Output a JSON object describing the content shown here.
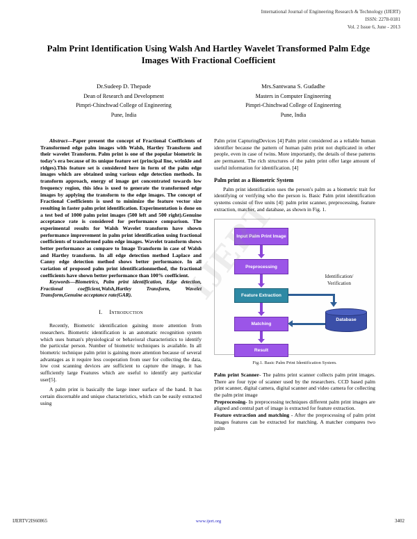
{
  "header": {
    "journal": "International Journal of Engineering Research & Technology (IJERT)",
    "issn": "ISSN: 2278-0181",
    "volume": "Vol. 2 Issue 6, June - 2013"
  },
  "title": "Palm Print Identification Using Walsh And Hartley Wavelet Transformed Palm Edge Images With Fractional Coefficient",
  "authors": [
    {
      "name": "Dr.Sudeep D. Thepade",
      "role": "Dean of Research and Development",
      "affiliation": "Pimpri-Chinchwad College of Engineering",
      "location": "Pune, India"
    },
    {
      "name": "Mrs.Santwana S. Gudadhe",
      "role": "Masters in Computer Engineering",
      "affiliation": "Pimpri-Chinchwad College of Engineering",
      "location": "Pune, India"
    }
  ],
  "abstract": {
    "label": "Abstract—",
    "text": "Paper present the concept of Fractional Coefficients of Transformed edge palm images with Walsh, Hartley Transform and their wavelet Transform. Palm print is one of the popular biometric in today’s era because of its unique feature set (principal line, wrinkle and ridges).This feature set is considered here in form of the palm edge images which are obtained using various edge detection methods. In transform approach, energy of image get concentrated towards low frequency region, this idea is used to generate the transformed edge images by applying the transform to the edge images. The concept of Fractional Coefficients is used to minimize the feature vector size resulting in faster palm print identification. Experimentation is done on a test bed of 1000 palm print images (500 left and 500 right).Genuine acceptance rate is considered for performance comparison. The experimental results for Walsh Wavelet transform have shown performance improvement in palm print identification using fractional coefficients of transformed palm edge images. Wavelet transform shows better performance as compare to Image Transform in case of Walsh and Hartley transform. In all edge detection method Laplace and Canny edge detection method shows better performance. In all variation of proposed palm print identificationmethod, the fractional coefficients have shown better performance than 100% coefficient."
  },
  "keywords": {
    "label": "Keywords—",
    "text": "Biometrics, Palm print identification, Edge detection, Fractional coefficient,Walsh,Hartley Transform, Wavelet Transform,Genuine acceptance rate(GAR)."
  },
  "sections": {
    "introduction": {
      "number": "I.",
      "heading": "Introduction",
      "paragraphs": [
        "Recently, Biometric identification gaining more attention from researchers. Biometric identification is an automatic recognition system which uses human's physiological or behavioral characteristics to identify the particular person. Number of biometric techniques is available. In all biometric technique palm print is gaining more attention because of several advantages as it require less cooperation from user for collecting the data, low cost  scanning devices are sufficient to capture the image, it has sufficiently  large Features which are useful to identify any particular user[5].",
        "A palm print is basically the large inner surface of the hand. It has certain discernable and unique characteristics, which can be easily extracted using"
      ]
    },
    "right_column": {
      "continued_paragraph": "Palm print CapturingDevices [4] Palm print considered as a reliable human identifier because the pattern of human palm print not duplicated in other people, even in case of twins. More importantly, the details of these patterns are permanent. The rich structures of the palm print offer large amount of useful information for identification. [4]",
      "biometric_system": {
        "heading": "Palm print as a Biometric System",
        "paragraph": "Palm print identification uses the person's palm as a biometric trait for identifying or verifying who the person is.  Basic Palm print identification systems consist of five units [4]: palm print scanner, preprocessing, feature extraction, matcher, and database, as shown in Fig. 1."
      },
      "definitions": [
        {
          "term": "Palm print Scanner",
          "text": "- The palms print scanner collects palm print images. There are four type of scanner used by the researchers. CCD based palm print scanner, digital camera, digital scanner and video camera for collecting the palm print image"
        },
        {
          "term": "Preprocessing-",
          "text": " In preprocessing techniques different palm print images are    aligned and central part of image is extracted for feature extraction."
        },
        {
          "term": "Feature extraction and matching",
          "text": " - After the preprocessing of palm print images features can be extracted for matching. A matcher compares two palm"
        }
      ]
    }
  },
  "figure": {
    "caption": "Fig.1. Basic Palm Print Identification System.",
    "nodes": [
      {
        "id": "input",
        "label": "Input Palm Print Image",
        "color": "#9B55E8"
      },
      {
        "id": "preprocess",
        "label": "Preprocessing",
        "color": "#9B55E8"
      },
      {
        "id": "feature",
        "label": "Feature Extraction",
        "color": "#2E89A4"
      },
      {
        "id": "matching",
        "label": "Matching",
        "color": "#9B55E8"
      },
      {
        "id": "result",
        "label": "Result",
        "color": "#9B55E8"
      },
      {
        "id": "database",
        "label": "Database",
        "color": "#3B4FA8"
      }
    ],
    "annotation": "Identification/ Verification",
    "annotation_line1": "Identification/",
    "annotation_line2": "Verification"
  },
  "watermark": "IJERT",
  "footer": {
    "doc_id": "IJERTV2IS60865",
    "url": "www.ijert.org",
    "page": "3402"
  }
}
